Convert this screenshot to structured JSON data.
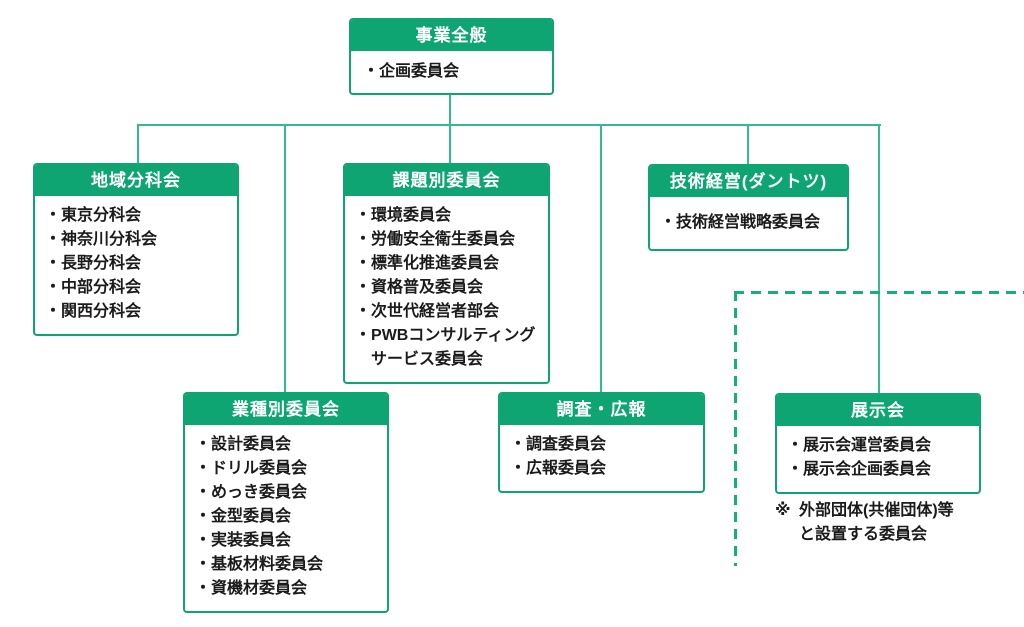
{
  "bullet": "・",
  "colors": {
    "green": "#0fa573",
    "connector_line": "#35b98e",
    "dashed_line": "#16ae7d",
    "text": "#1b1b1b",
    "header_text": "#ffffff"
  },
  "org": {
    "root": {
      "title": "事業全般",
      "items": [
        "企画委員会"
      ]
    },
    "regional": {
      "title": "地域分科会",
      "items": [
        "東京分科会",
        "神奈川分科会",
        "長野分科会",
        "中部分科会",
        "関西分科会"
      ]
    },
    "issue": {
      "title": "課題別委員会",
      "items": [
        "環境委員会",
        "労働安全衛生委員会",
        "標準化推進委員会",
        "資格普及委員会",
        "次世代経営者部会",
        "PWBコンサルティングサービス委員会"
      ]
    },
    "tech": {
      "title": "技術経営(ダントツ)",
      "items": [
        "技術経営戦略委員会"
      ]
    },
    "industry": {
      "title": "業種別委員会",
      "items": [
        "設計委員会",
        "ドリル委員会",
        "めっき委員会",
        "金型委員会",
        "実装委員会",
        "基板材料委員会",
        "資機材委員会"
      ]
    },
    "research": {
      "title": "調査・広報",
      "items": [
        "調査委員会",
        "広報委員会"
      ]
    },
    "exhibition": {
      "title": "展示会",
      "items": [
        "展示会運営委員会",
        "展示会企画委員会"
      ]
    },
    "note": {
      "marker": "※",
      "line1": "外部団体(共催団体)等",
      "line2": "と設置する委員会"
    }
  }
}
